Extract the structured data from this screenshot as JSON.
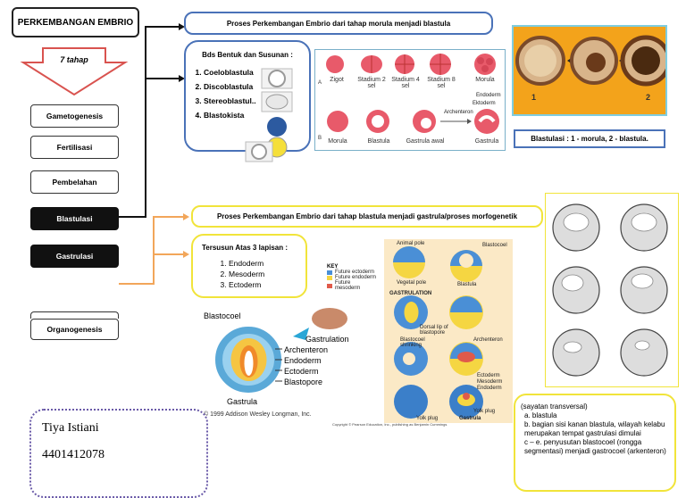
{
  "title": "PERKEMBANGAN EMBRIO",
  "arrow_label": "7 tahap",
  "steps": [
    "Gametogenesis",
    "Fertilisasi",
    "Pembelahan",
    "Blastulasi",
    "Gastrulasi",
    "Organogenesis"
  ],
  "top_header": "Proses Perkembangan Embrio dari tahap morula menjadi blastula",
  "shape_box": {
    "heading": "Bds Bentuk dan Susunan :",
    "items": [
      "Coeloblastula",
      "Discoblastula",
      "Stereoblastul..",
      "Blastokista"
    ]
  },
  "diagram_a_labels": [
    "Zigot",
    "Stadium 2 sel",
    "Stadium 4 sel",
    "Stadium 8 sel",
    "Morula"
  ],
  "diagram_b_labels": [
    "Morula",
    "Blastula",
    "Gastrula awal",
    "Gastrula"
  ],
  "diagram_b_annotations": [
    "Endoderm",
    "Ektoderm",
    "Archenteron"
  ],
  "blastula_photo_labels": [
    "1",
    "2"
  ],
  "blastula_caption": "Blastulasi : 1 - morula, 2 - blastula.",
  "mid_header": "Proses Perkembangan Embrio dari tahap blastula menjadi gastrula/proses morfogenetik",
  "layers_box": {
    "heading": "Tersusun Atas 3 lapisan :",
    "items": [
      "Endoderm",
      "Mesoderm",
      "Ectoderm"
    ]
  },
  "gastrula_labels": [
    "Blastocoel",
    "Gastrulation",
    "Archenteron",
    "Endoderm",
    "Ectoderm",
    "Blastopore",
    "Gastrula"
  ],
  "gastrula_copyright": "© 1999 Addison Wesley Longman, Inc.",
  "key_panel": {
    "key_title": "KEY",
    "key_items": [
      "Future ectoderm",
      "Future endoderm",
      "Future mesoderm"
    ],
    "labels": [
      "Animal pole",
      "Blastocoel",
      "Vegetal pole",
      "Blastula",
      "GASTRULATION",
      "Dorsal lip of blastopore",
      "Blastocoel shrinking",
      "Archenteron",
      "Ectoderm",
      "Mesoderm",
      "Endoderm",
      "Yolk plug",
      "Yolk plug",
      "Gastrula"
    ],
    "copyright": "Copyright © Pearson Education, Inc., publishing as Benjamin Cummings"
  },
  "transverse_caption": {
    "lines": [
      "(sayatan transversal)",
      "a. blastula",
      "b. bagian sisi kanan blastula, wilayah kelabu merupakan tempat gastrulasi dimulai",
      "c – e. penyusutan blastocoel (rongga segmentasi) menjadi gastrocoel (arkenteron)"
    ]
  },
  "author": {
    "name": "Tiya Istiani",
    "id": "4401412078"
  },
  "colors": {
    "accent_blue": "#4a72b8",
    "yellow": "#f1e43a",
    "arrow_red": "#d9534f",
    "orange_bg": "#f3a31b",
    "connector_orange": "#f2a65a"
  }
}
